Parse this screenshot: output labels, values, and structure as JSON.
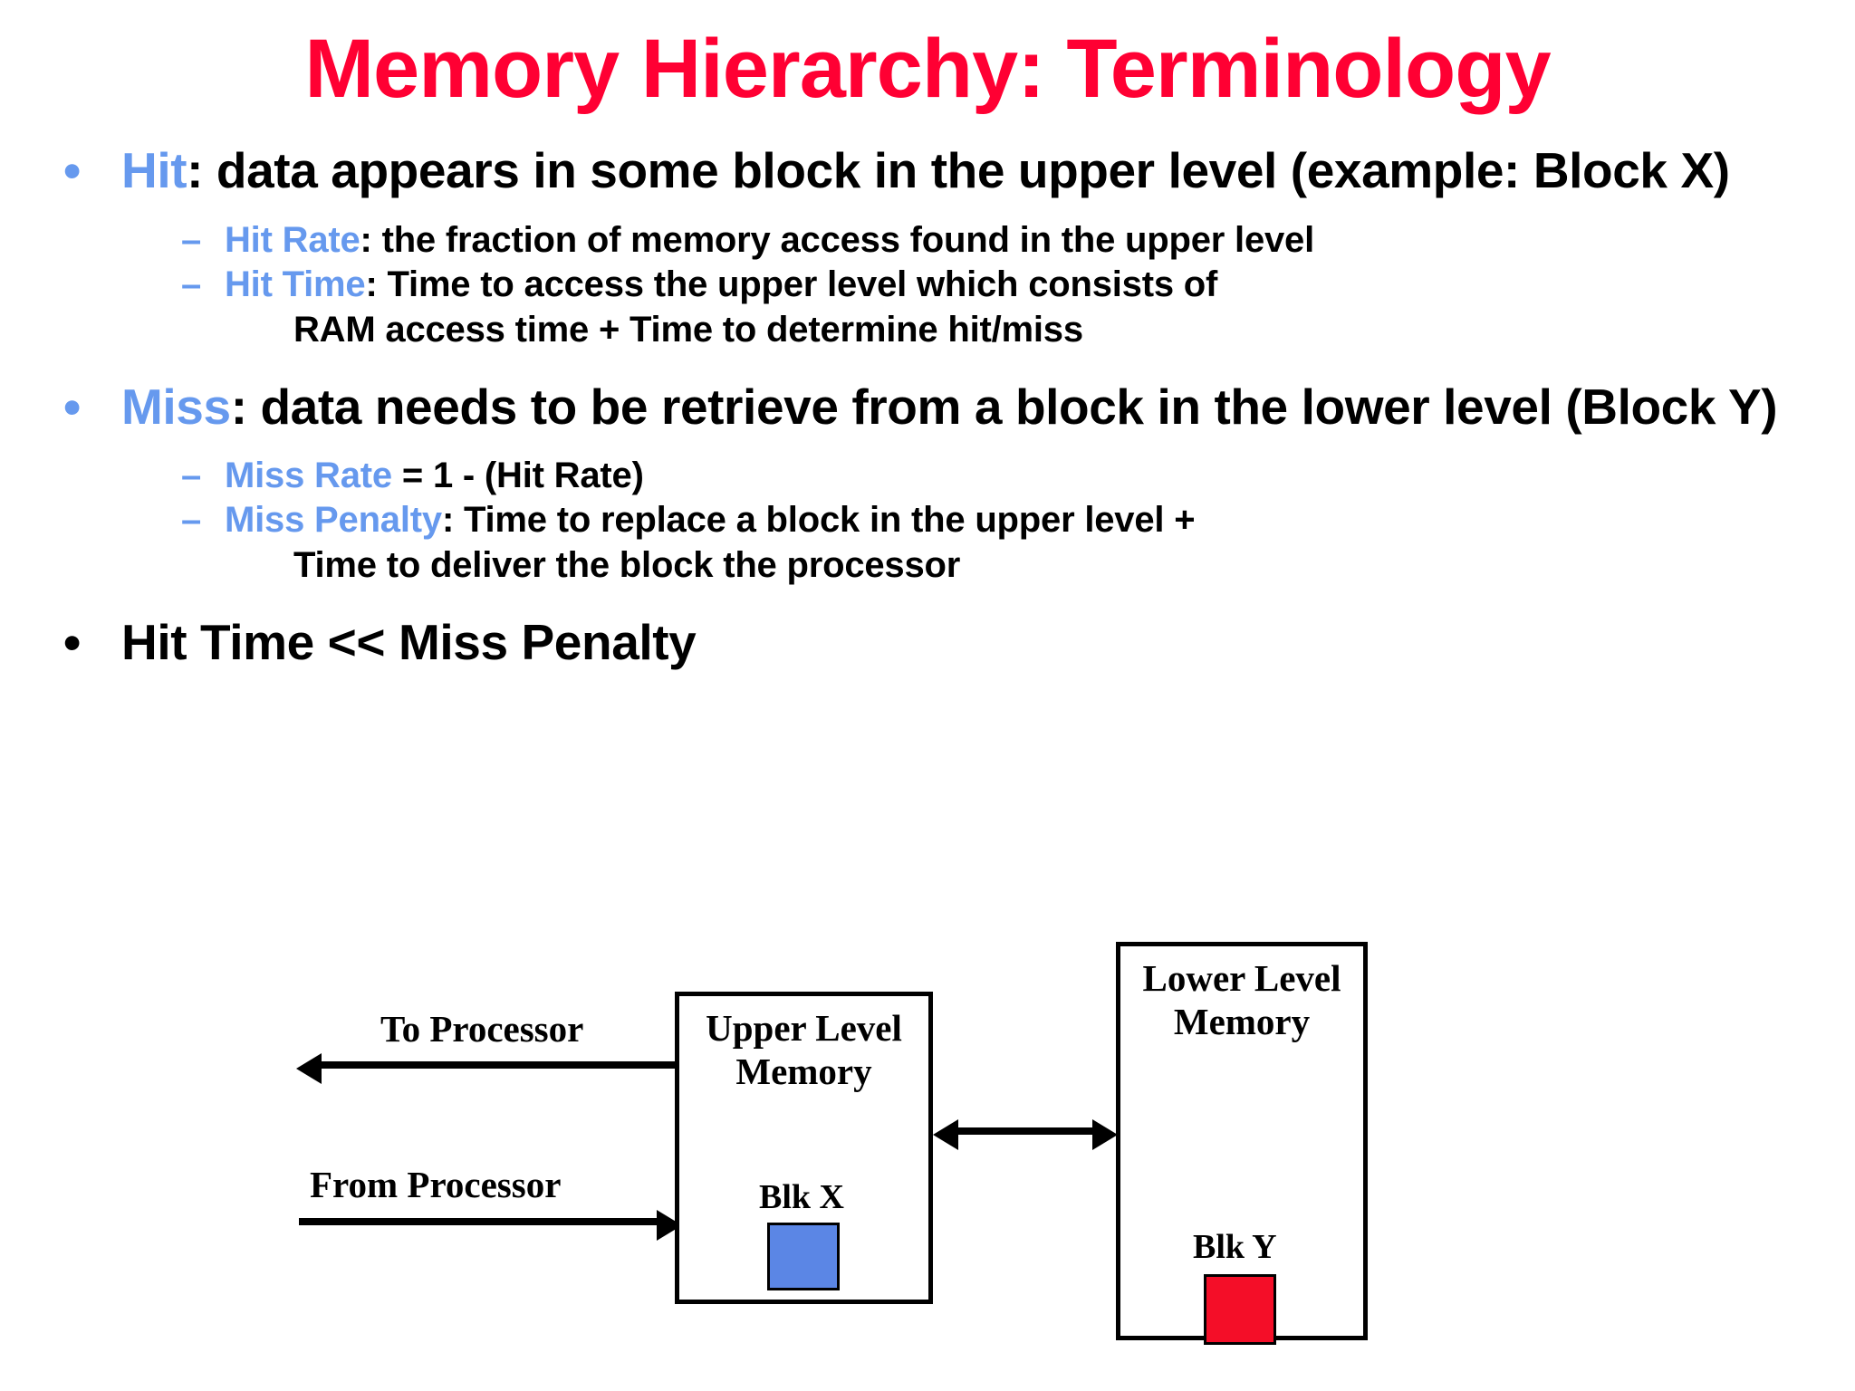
{
  "slide": {
    "title": "Memory Hierarchy: Terminology",
    "title_color": "#FF0033",
    "keyword_color": "#6699EE",
    "bullet_glyph": "•",
    "dash_glyph": "–"
  },
  "body": {
    "hit": {
      "keyword": "Hit",
      "text": ": data appears in some block in the upper level (example: Block X)",
      "sub": [
        {
          "keyword": "Hit Rate",
          "text": ": the fraction of memory access found in the upper level"
        },
        {
          "keyword": "Hit Time",
          "text": ": Time to access the upper level which consists of"
        }
      ],
      "continuation": "RAM access time + Time to determine hit/miss"
    },
    "miss": {
      "keyword": "Miss",
      "text": ": data needs to be retrieve from a block in the lower level (Block Y)",
      "sub": [
        {
          "keyword": "Miss Rate",
          "text": "  = 1 - (Hit Rate)"
        },
        {
          "keyword": "Miss Penalty",
          "text": ": Time to replace a block in the upper level  +"
        }
      ],
      "continuation": "Time to deliver the block the processor"
    },
    "conclusion": "Hit Time << Miss Penalty"
  },
  "diagram": {
    "upper_box": {
      "title_line1": "Upper Level",
      "title_line2": "Memory",
      "block_label": "Blk X",
      "block_color": "#5B86E5"
    },
    "lower_box": {
      "title_line1": "Lower Level",
      "title_line2": "Memory",
      "block_label": "Blk Y",
      "block_color": "#F40E28"
    },
    "arrows": {
      "to_processor": "To Processor",
      "from_processor": "From Processor"
    }
  }
}
